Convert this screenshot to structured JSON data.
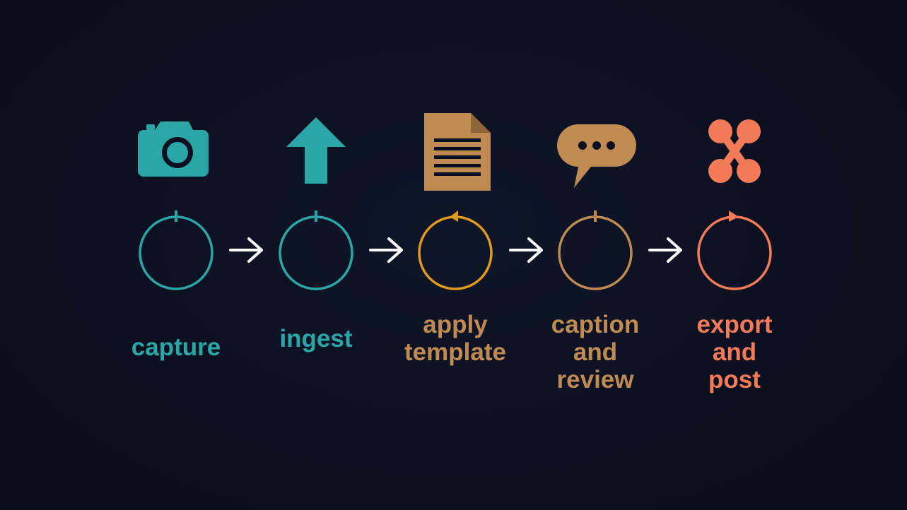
{
  "colors": {
    "background": "#0b1020",
    "teal": "#2ba6a6",
    "amber": "#e29a1d",
    "tan": "#c08b52",
    "coral": "#f47a58",
    "arrow": "#ffffff"
  },
  "steps": [
    {
      "label": "capture",
      "icon": "camera-icon",
      "color": "#2ba6a6"
    },
    {
      "label": "ingest",
      "icon": "upload-arrow-icon",
      "color": "#2ba6a6"
    },
    {
      "label": "apply\ntemplate",
      "icon": "document-icon",
      "color": "#c08b52",
      "ring_color": "#e29a1d"
    },
    {
      "label": "caption\nand\nreview",
      "icon": "chat-bubble-icon",
      "color": "#c08b52"
    },
    {
      "label": "export\nand\npost",
      "icon": "share-nodes-icon",
      "color": "#f47a58"
    }
  ]
}
